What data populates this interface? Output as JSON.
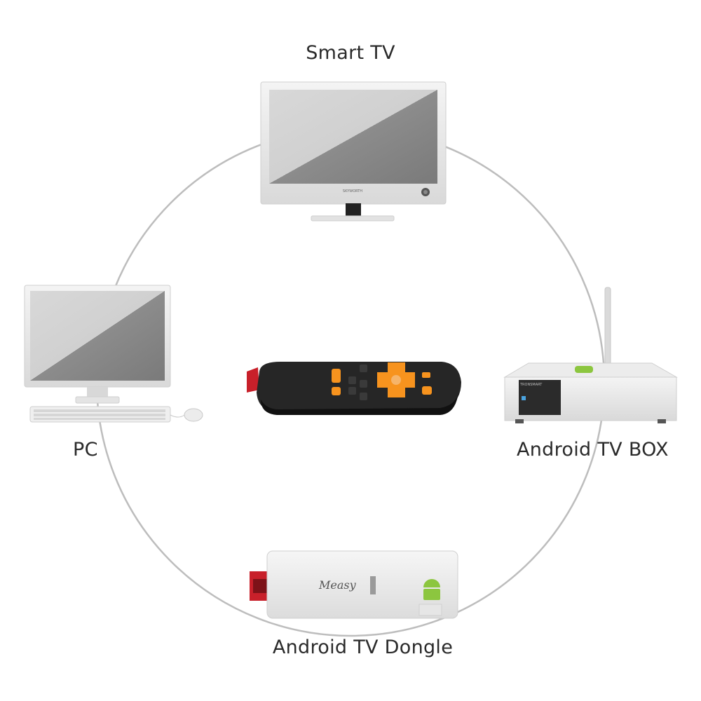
{
  "labels": {
    "smart_tv": "Smart TV",
    "pc": "PC",
    "tv_box": "Android TV BOX",
    "dongle": "Android TV Dongle"
  },
  "device_text": {
    "dongle_brand": "Measy",
    "tv_brand": "SKYWORTH",
    "box_brand": "TRONSMART"
  },
  "colors": {
    "ring": "#bdbdbd",
    "screen": "#8c8c8c",
    "device_body": "#e9e9e9",
    "remote_body": "#262626",
    "remote_accent": "#f7931e",
    "android_green": "#8cc63f",
    "hdmi_red": "#c8202a"
  },
  "icons": {
    "center": "remote-control-icon",
    "top": "smart-tv-icon",
    "left": "desktop-pc-icon",
    "right": "tv-box-icon",
    "bottom": "hdmi-dongle-icon"
  }
}
